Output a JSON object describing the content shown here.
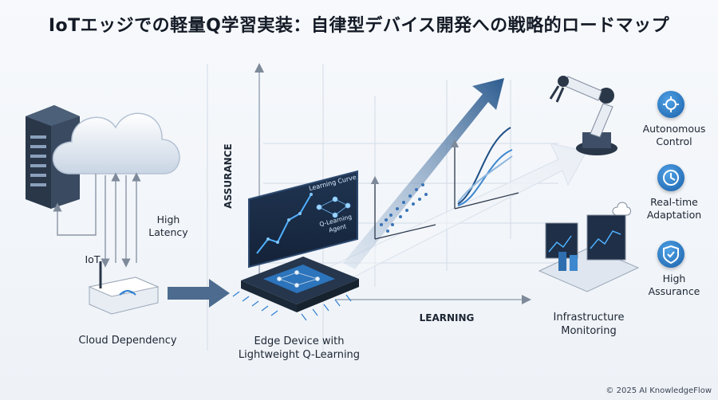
{
  "title": "IoTエッジでの軽量Q学習実装：自律型デバイス開発への戦略的ロードマップ",
  "left": {
    "high_latency": "High\nLatency",
    "iot": "IoT",
    "cloud_dependency": "Cloud Dependency"
  },
  "center": {
    "assurance_axis": "ASSURANCE",
    "learning_axis": "LEARNING",
    "screen_line1": "Learning Curve",
    "screen_line2": "Q-Learning",
    "screen_line3": "Agent",
    "edge_label_1": "Edge Device with",
    "edge_label_2": "Lightweight Q-Learning"
  },
  "right": {
    "infra_1": "Infrastructure",
    "infra_2": "Monitoring",
    "badges": [
      {
        "icon": "gear-icon",
        "line1": "Autonomous",
        "line2": "Control"
      },
      {
        "icon": "clock-icon",
        "line1": "Real-time",
        "line2": "Adaptation"
      },
      {
        "icon": "shield-check-icon",
        "line1": "High",
        "line2": "Assurance"
      }
    ]
  },
  "footer": "© 2025 AI KnowledgeFlow",
  "colors": {
    "accent": "#1a5fa8",
    "dark": "#1e2a3a",
    "arrow": "#3a6a9c"
  }
}
